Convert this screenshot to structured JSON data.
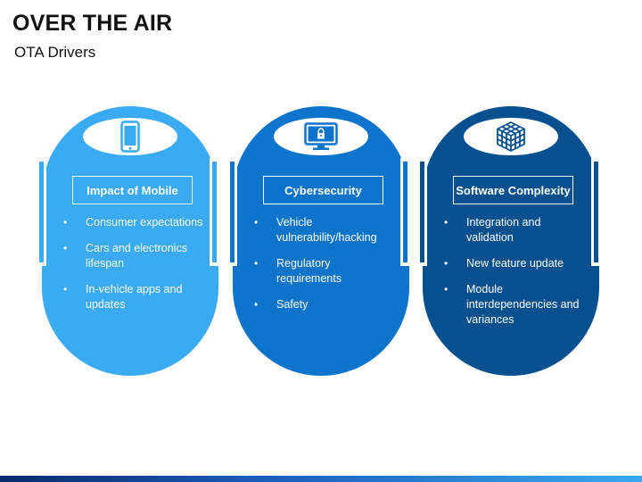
{
  "slide": {
    "title": "OVER THE AIR",
    "subtitle": "OTA Drivers"
  },
  "cards": [
    {
      "label": "Impact of Mobile",
      "icon": "smartphone-icon",
      "color": "#3aaaf2",
      "bullets": [
        "Consumer expectations",
        "Cars and electronics lifespan",
        "In-vehicle apps and updates"
      ]
    },
    {
      "label": "Cybersecurity",
      "icon": "monitor-lock-icon",
      "color": "#0d74cc",
      "bullets": [
        "Vehicle vulnerability/hacking",
        "Regulatory requirements",
        "Safety"
      ]
    },
    {
      "label": "Software Complexity",
      "icon": "cube-grid-icon",
      "color": "#07508f",
      "bullets": [
        "Integration and validation",
        "New feature update",
        "Module interdependencies and variances"
      ]
    }
  ],
  "bullet_glyph": "•"
}
